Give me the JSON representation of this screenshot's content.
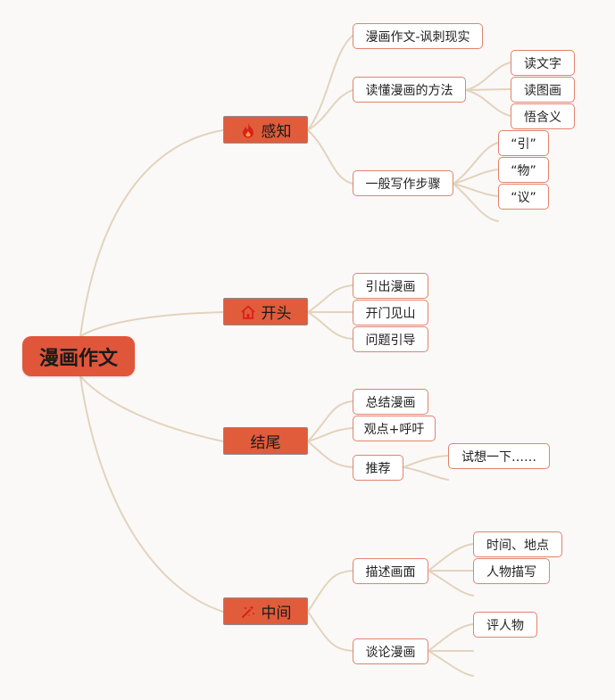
{
  "root": {
    "label": "漫画作文"
  },
  "branches": {
    "ganzhi": {
      "label": "感知",
      "icon": "flame-icon",
      "children": {
        "satire": "漫画作文-讽刺现实",
        "method": {
          "label": "读懂漫画的方法",
          "children": [
            "读文字",
            "读图画",
            "悟含义"
          ]
        },
        "steps": {
          "label": "一般写作步骤",
          "children": [
            "“引”",
            "“物”",
            "“议”"
          ]
        }
      }
    },
    "kaitou": {
      "label": "开头",
      "icon": "house-icon",
      "children": [
        "引出漫画",
        "开门见山",
        "问题引导"
      ]
    },
    "jiewei": {
      "label": "结尾",
      "children": {
        "summary": "总结漫画",
        "view": "观点+呼吁",
        "recommend": {
          "label": "推荐",
          "children": [
            "试想一下……"
          ]
        }
      }
    },
    "zhongjian": {
      "label": "中间",
      "icon": "magic-wand-icon",
      "children": {
        "describe": {
          "label": "描述画面",
          "children": [
            "时间、地点",
            "人物描写"
          ]
        },
        "discuss": {
          "label": "谈论漫画",
          "children": [
            "评人物"
          ]
        }
      }
    }
  },
  "colors": {
    "root_fill": "#e0563a",
    "branch_fill": "#e15c3b",
    "node_border": "#e2836b",
    "connector": "#e3d3bd",
    "icon_red": "#d9201b"
  }
}
